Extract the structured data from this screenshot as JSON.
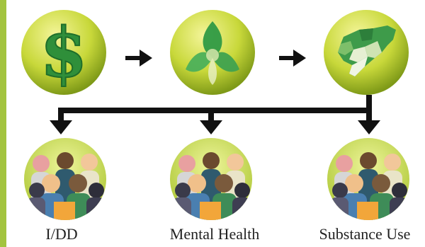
{
  "diagram": {
    "top_row": [
      {
        "id": "funding",
        "icon": "dollar-sign-icon"
      },
      {
        "id": "managed-care",
        "icon": "trefoil-logo-icon"
      },
      {
        "id": "regions",
        "icon": "state-map-icon"
      }
    ],
    "bottom_row": [
      {
        "id": "idd",
        "icon": "people-group-icon",
        "label": "I/DD"
      },
      {
        "id": "mental-health",
        "icon": "people-group-icon",
        "label": "Mental Health"
      },
      {
        "id": "substance-use",
        "icon": "people-group-icon",
        "label": "Substance Use"
      }
    ],
    "colors": {
      "accent": "#a3c43f",
      "circle_light": "#eef28a",
      "circle_dark": "#8aa61c",
      "dollar": "#2f8f3a",
      "arrow": "#111111"
    }
  }
}
